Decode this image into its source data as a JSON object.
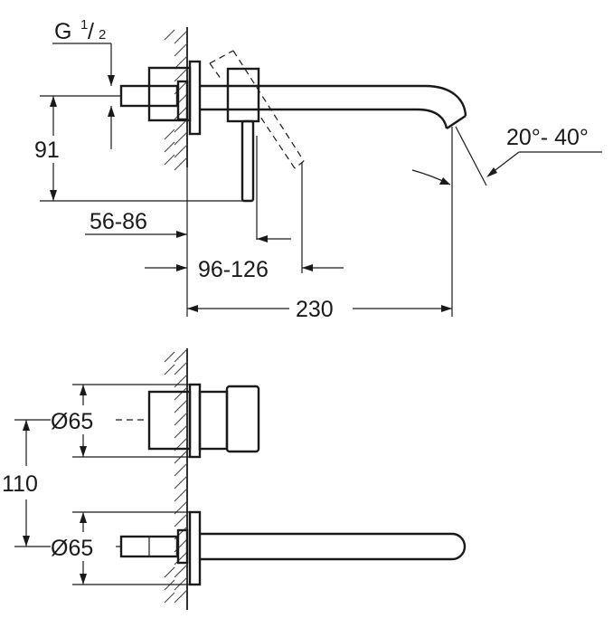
{
  "drawing": {
    "side_view": {
      "thread_label": "G",
      "thread_fraction_num": "1",
      "thread_fraction_den": "2",
      "dim_91": "91",
      "dim_56_86": "56-86",
      "dim_96_126": "96-126",
      "dim_230": "230",
      "angle_label": "20°- 40°"
    },
    "front_view": {
      "diameter_top": "Ø65",
      "diameter_bottom": "Ø65",
      "dim_110": "110"
    }
  }
}
